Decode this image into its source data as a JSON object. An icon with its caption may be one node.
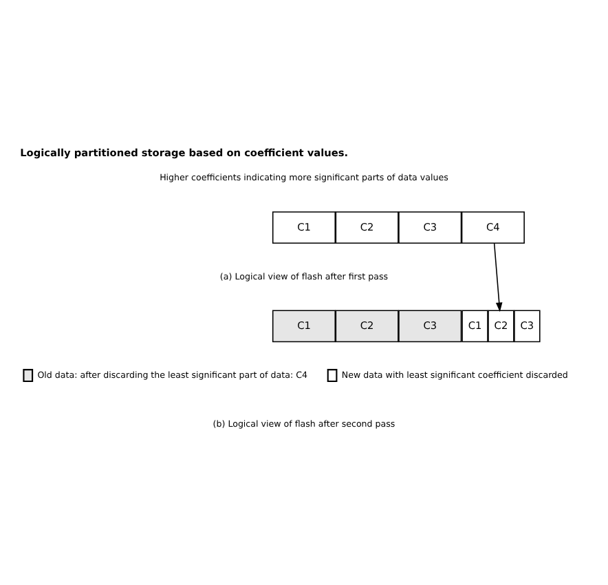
{
  "diagram": {
    "title": "Logically partitioned storage based on coefficient values.",
    "nodes": [
      {
        "text": [
          "C1"
        ]
      },
      {
        "text": [
          "C2"
        ]
      },
      {
        "text": [
          "C3"
        ]
      },
      {
        "text": [
          "C4"
        ]
      },
      {
        "text": [
          "C1"
        ]
      },
      {
        "text": [
          "C2"
        ]
      },
      {
        "text": [
          "C3"
        ]
      },
      {
        "text": [
          "C1"
        ]
      },
      {
        "text": [
          "C2"
        ]
      },
      {
        "text": [
          "C3"
        ]
      }
    ],
    "edges": [
      {
        "from": 3,
        "to": 8,
        "arrow": "to"
      }
    ],
    "labels": [
      "Higher coefficients indicating more significant parts of data values",
      "(a) Logical view of flash after first pass",
      "(b) Logical view of flash after second pass"
    ],
    "legend": [
      {
        "text": "Old data: after discarding the least significant part of data: C4",
        "color": "#e6e6e6"
      },
      {
        "text": "New data with least significant coefficient discarded",
        "color": "#ffffff"
      }
    ]
  }
}
